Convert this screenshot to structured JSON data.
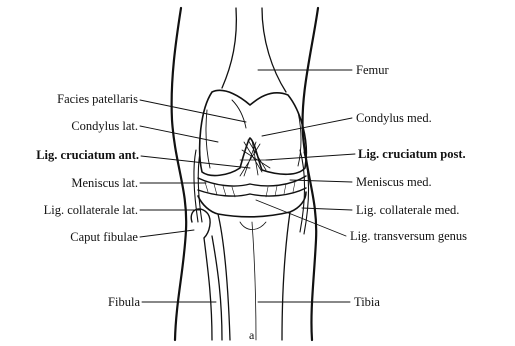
{
  "figure_label": "a",
  "labels": {
    "femur": "Femur",
    "facies_patellaris": "Facies patellaris",
    "condylus_lat": "Condylus lat.",
    "condylus_med": "Condylus med.",
    "lig_cruciatum_ant": "Lig. cruciatum ant.",
    "lig_cruciatum_post": "Lig. cruciatum post.",
    "meniscus_lat": "Meniscus lat.",
    "meniscus_med": "Meniscus med.",
    "lig_collaterale_lat": "Lig. collaterale lat.",
    "lig_collaterale_med": "Lig. collaterale med.",
    "caput_fibulae": "Caput fibulae",
    "lig_transversum_genus": "Lig. transversum genus",
    "fibula": "Fibula",
    "tibia": "Tibia"
  }
}
